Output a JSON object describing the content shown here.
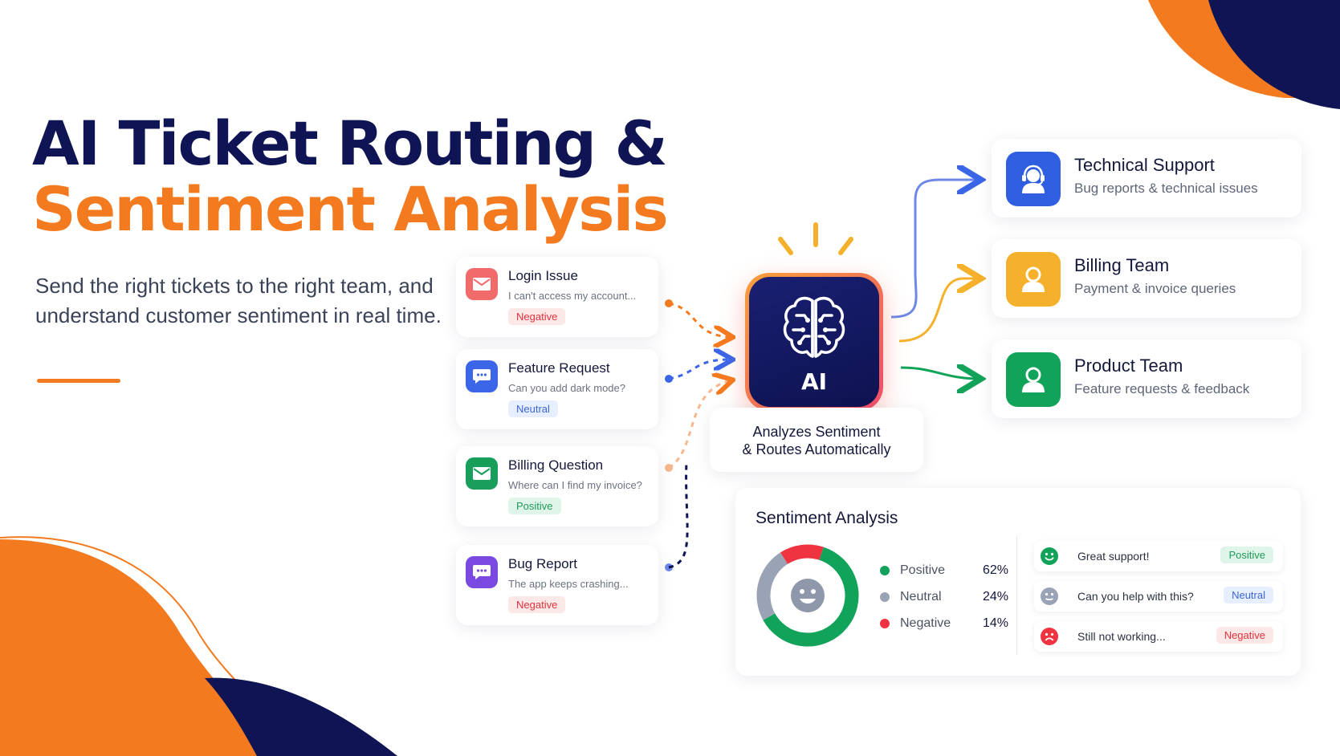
{
  "header": {
    "title_line1": "AI Ticket Routing &",
    "title_line2": "Sentiment Analysis",
    "subtitle": "Send the right tickets to the right team, and understand customer sentiment in real time."
  },
  "tickets": [
    {
      "title": "Login Issue",
      "description": "I can't access my account...",
      "sentiment": "Negative",
      "icon": "mail-icon",
      "color": "#f26b6b"
    },
    {
      "title": "Feature Request",
      "description": "Can you add dark mode?",
      "sentiment": "Neutral",
      "icon": "chat-icon",
      "color": "#3b66e8"
    },
    {
      "title": "Billing Question",
      "description": "Where can I find my invoice?",
      "sentiment": "Positive",
      "icon": "mail-icon",
      "color": "#1a9e5c"
    },
    {
      "title": "Bug Report",
      "description": "The app keeps crashing...",
      "sentiment": "Negative",
      "icon": "chat-icon",
      "color": "#7a4ae0"
    }
  ],
  "ai": {
    "label": "AI",
    "caption_line1": "Analyzes Sentiment",
    "caption_line2": "& Routes Automatically",
    "icon": "brain-icon"
  },
  "teams": [
    {
      "title": "Technical Support",
      "description": "Bug reports & technical issues",
      "icon": "headset-icon",
      "color": "#2f5fe0"
    },
    {
      "title": "Billing Team",
      "description": "Payment & invoice queries",
      "icon": "user-icon",
      "color": "#f6b12c"
    },
    {
      "title": "Product Team",
      "description": "Feature requests & feedback",
      "icon": "user-icon",
      "color": "#12a35a"
    }
  ],
  "sentiment": {
    "title": "Sentiment Analysis",
    "feedback": [
      {
        "text": "Great support!",
        "sentiment": "Positive",
        "icon": "smile-icon"
      },
      {
        "text": "Can you help with this?",
        "sentiment": "Neutral",
        "icon": "neutral-face-icon"
      },
      {
        "text": "Still not working...",
        "sentiment": "Negative",
        "icon": "sad-face-icon"
      }
    ]
  },
  "chart_data": {
    "type": "pie",
    "categories": [
      "Positive",
      "Neutral",
      "Negative"
    ],
    "values": [
      62,
      24,
      14
    ],
    "labels": [
      "62%",
      "24%",
      "14%"
    ],
    "colors": [
      "#12a35a",
      "#9aa3b5",
      "#ef3340"
    ],
    "legend": "right"
  },
  "colors": {
    "navy": "#0f1454",
    "orange": "#f47a1f",
    "positive": "#12a35a",
    "neutral": "#9aa3b5",
    "negative": "#ef3340"
  }
}
